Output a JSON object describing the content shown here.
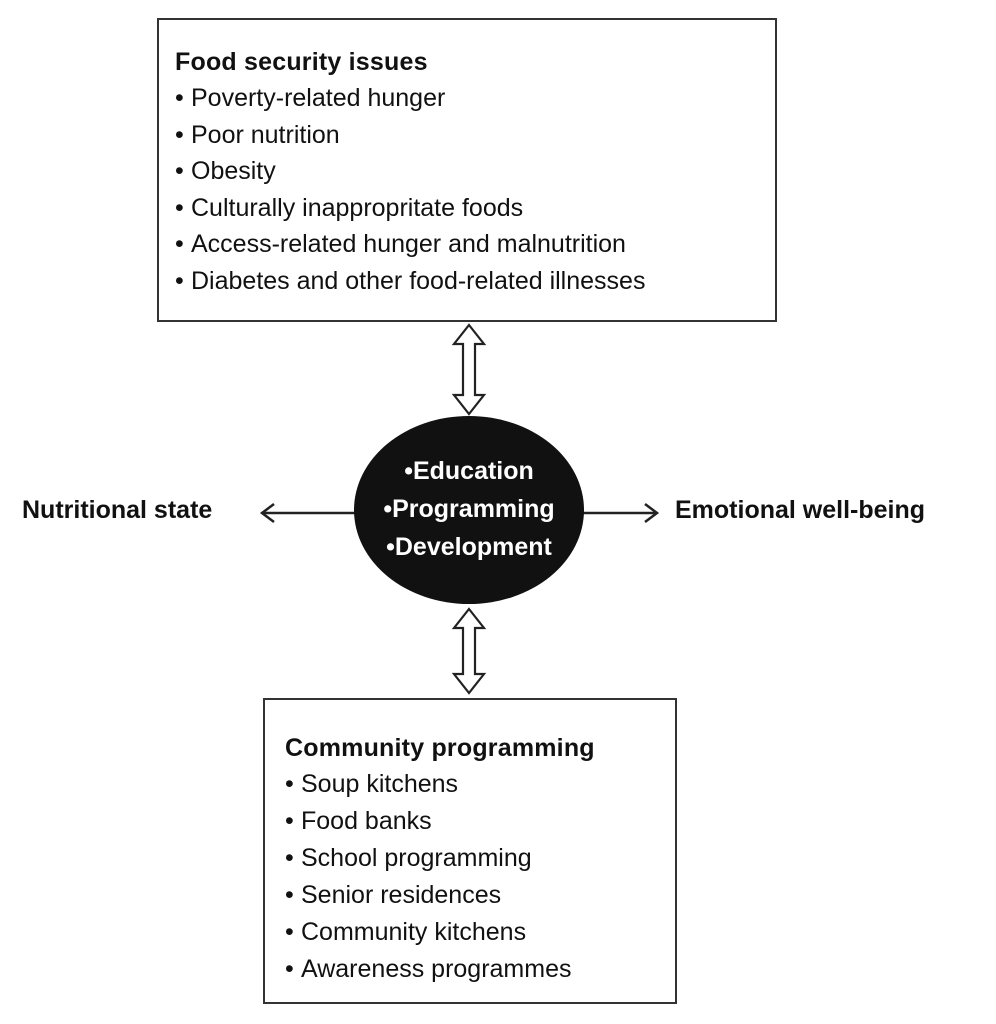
{
  "food_security": {
    "title": "Food security issues",
    "items": [
      "Poverty-related hunger",
      "Poor nutrition",
      "Obesity",
      "Culturally inappropritate foods",
      "Access-related hunger and malnutrition",
      "Diabetes and other food-related illnesses"
    ]
  },
  "center": {
    "items": [
      "•Education",
      "•Programming",
      "•Development"
    ]
  },
  "outcomes": {
    "left": "Nutritional state",
    "right": "Emotional well-being"
  },
  "community": {
    "title": "Community programming",
    "items": [
      "Soup kitchens",
      "Food banks",
      "School programming",
      "Senior residences",
      "Community kitchens",
      "Awareness programmes"
    ]
  },
  "bullet_char": "•",
  "colors": {
    "ellipse": "#111111",
    "stroke": "#333333",
    "text": "#111111"
  }
}
